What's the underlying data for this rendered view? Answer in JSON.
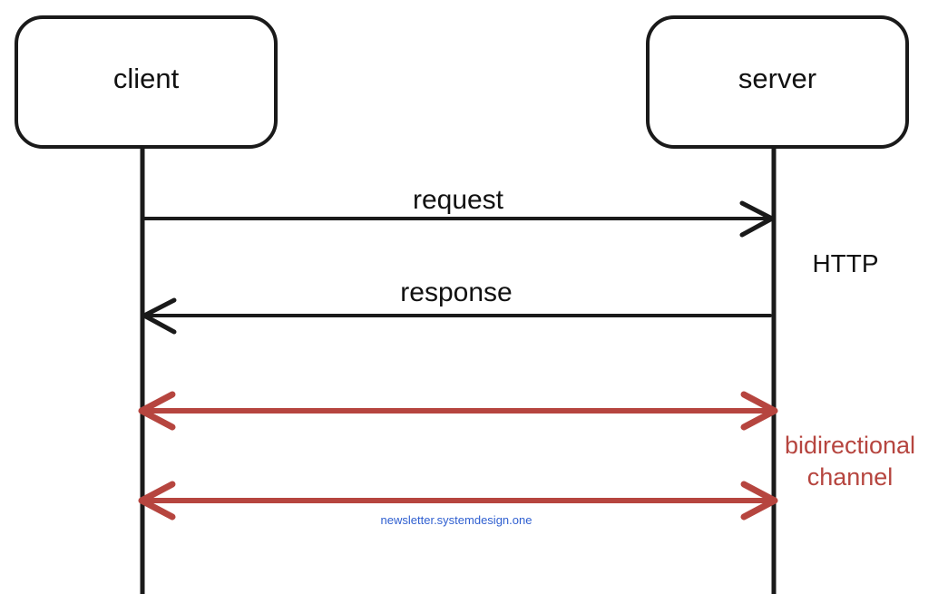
{
  "diagram": {
    "title": "HTTP vs bidirectional channel sequence diagram",
    "background_color": "#ffffff",
    "stroke_color": "#1a1a1a",
    "accent_red": "#b6453f",
    "watermark_color": "#2f5fd0"
  },
  "participants": [
    {
      "id": "client",
      "label": "client"
    },
    {
      "id": "server",
      "label": "server"
    }
  ],
  "messages": [
    {
      "id": "request",
      "label": "request",
      "direction": "client-to-server",
      "color": "#1a1a1a",
      "arrowheads": "end"
    },
    {
      "id": "response",
      "label": "response",
      "direction": "server-to-client",
      "color": "#1a1a1a",
      "arrowheads": "start"
    },
    {
      "id": "bidirectional-1",
      "label": "",
      "direction": "bidirectional",
      "color": "#b6453f",
      "arrowheads": "both"
    },
    {
      "id": "bidirectional-2",
      "label": "",
      "direction": "bidirectional",
      "color": "#b6453f",
      "arrowheads": "both"
    }
  ],
  "annotations": {
    "http": "HTTP",
    "bidirectional_line1": "bidirectional",
    "bidirectional_line2": "channel"
  },
  "watermark": {
    "text": "newsletter.systemdesign.one"
  }
}
